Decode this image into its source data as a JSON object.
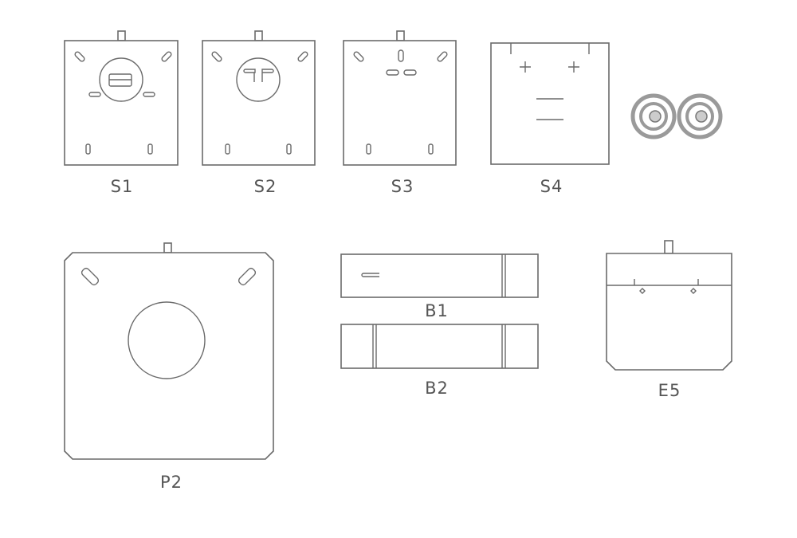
{
  "labels": {
    "s1": "S1",
    "s2": "S2",
    "s3": "S3",
    "s4": "S4",
    "p2": "P2",
    "b1": "B1",
    "b2": "B2",
    "e5": "E5"
  },
  "colors": {
    "line": "#6a6a6a",
    "text": "#555555",
    "earring": "#9a9a9a"
  }
}
